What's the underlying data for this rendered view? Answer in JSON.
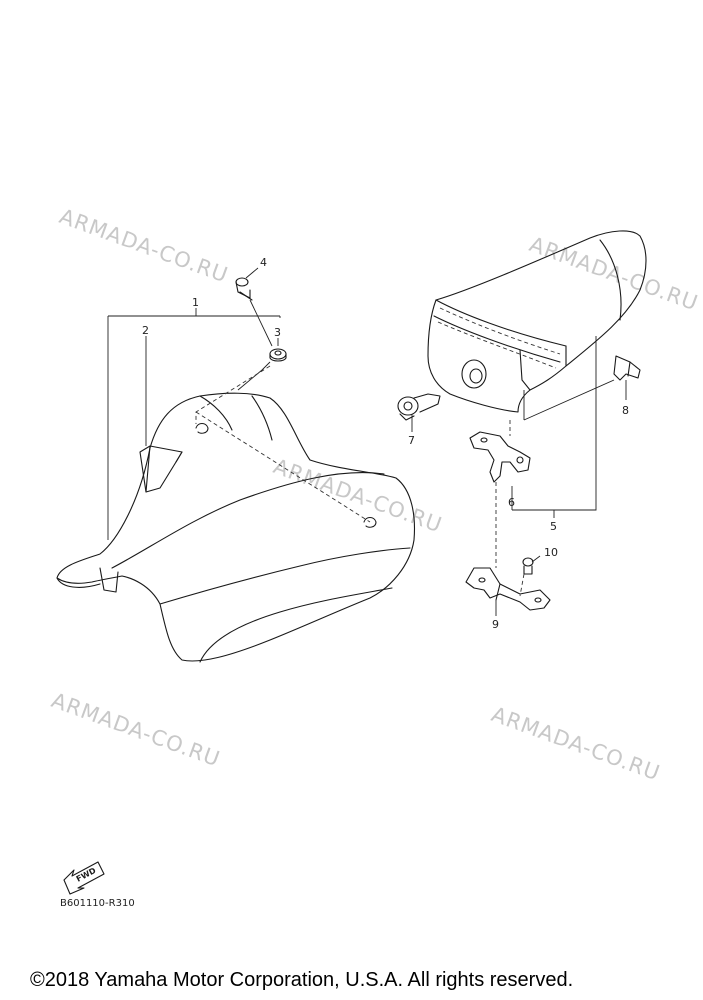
{
  "watermarks": [
    "ARMADA-CO.RU",
    "ARMADA-CO.RU",
    "ARMADA-CO.RU",
    "ARMADA-CO.RU",
    "ARMADA-CO.RU"
  ],
  "callouts": [
    "1",
    "2",
    "3",
    "4",
    "5",
    "6",
    "7",
    "8",
    "9",
    "10"
  ],
  "fwd_label": "FWD",
  "reference_code": "B601110-R310",
  "copyright": "©2018 Yamaha Motor Corporation, U.S.A. All rights reserved.",
  "colors": {
    "line": "#1a1a1a",
    "watermark": "#c8c8c8",
    "background": "#ffffff"
  }
}
